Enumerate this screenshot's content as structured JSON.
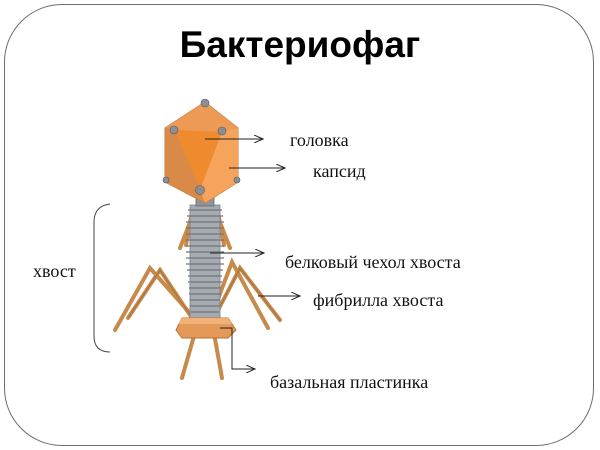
{
  "title": "Бактериофаг",
  "labels": {
    "head": "головка",
    "capsid": "капсид",
    "tail": "хвост",
    "sheath": "белковый чехол хвоста",
    "fibril": "фибрилла хвоста",
    "baseplate": "базальная пластинка"
  },
  "colors": {
    "capsid_light": "#f6a45c",
    "capsid_mid": "#f08a2e",
    "capsid_dark": "#c97a3a",
    "sheath": "#9aa0a8",
    "fibers": "#c9894a",
    "frame": "#6d6d6d"
  }
}
